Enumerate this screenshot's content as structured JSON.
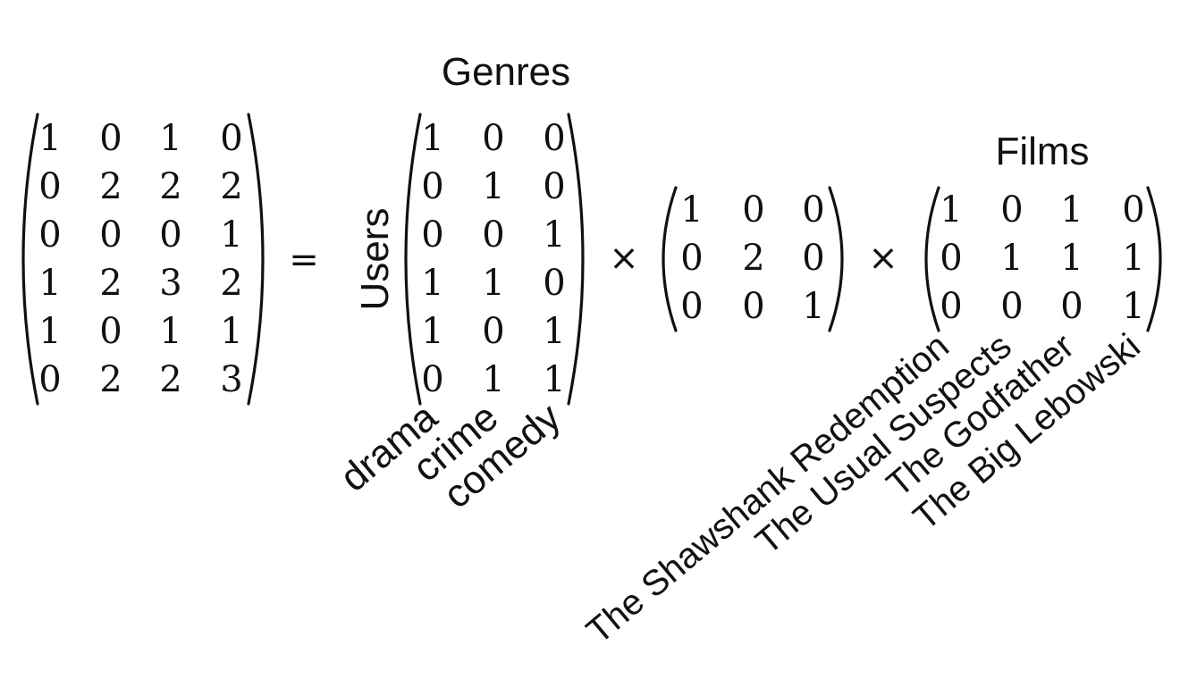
{
  "matrices": {
    "result": {
      "rows": [
        [
          "1",
          "0",
          "1",
          "0"
        ],
        [
          "0",
          "2",
          "2",
          "2"
        ],
        [
          "0",
          "0",
          "0",
          "1"
        ],
        [
          "1",
          "2",
          "3",
          "2"
        ],
        [
          "1",
          "0",
          "1",
          "1"
        ],
        [
          "0",
          "2",
          "2",
          "3"
        ]
      ]
    },
    "user_genre": {
      "title": "Genres",
      "row_label": "Users",
      "column_labels": [
        "drama",
        "crime",
        "comedy"
      ],
      "rows": [
        [
          "1",
          "0",
          "0"
        ],
        [
          "0",
          "1",
          "0"
        ],
        [
          "0",
          "0",
          "1"
        ],
        [
          "1",
          "1",
          "0"
        ],
        [
          "1",
          "0",
          "1"
        ],
        [
          "0",
          "1",
          "1"
        ]
      ]
    },
    "weights": {
      "rows": [
        [
          "1",
          "0",
          "0"
        ],
        [
          "0",
          "2",
          "0"
        ],
        [
          "0",
          "0",
          "1"
        ]
      ]
    },
    "genre_film": {
      "title": "Films",
      "column_labels": [
        "The Shawshank Redemption",
        "The Usual Suspects",
        "The Godfather",
        "The Big Lebowski"
      ],
      "rows": [
        [
          "1",
          "0",
          "1",
          "0"
        ],
        [
          "0",
          "1",
          "1",
          "1"
        ],
        [
          "0",
          "0",
          "0",
          "1"
        ]
      ]
    }
  },
  "operators": {
    "equals": "=",
    "times_1": "×",
    "times_2": "×"
  }
}
